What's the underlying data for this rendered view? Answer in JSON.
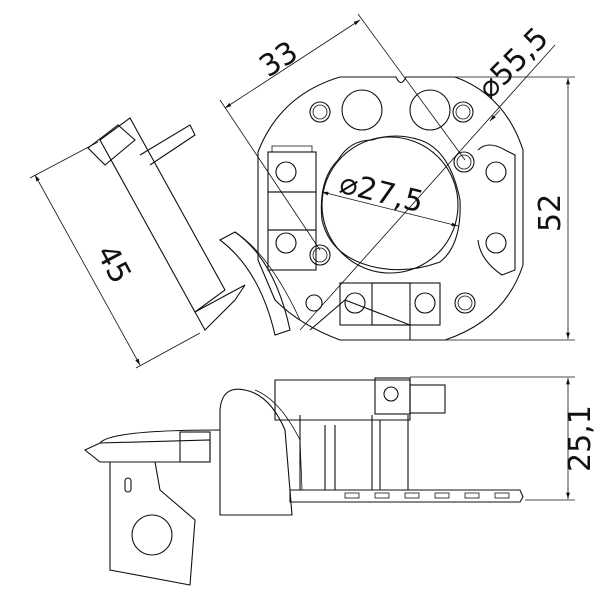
{
  "drawing": {
    "title": "Brush holder assembly",
    "dimensions": {
      "d33": "33",
      "d55": "⌀55,5",
      "d27": "⌀27,5",
      "d52": "52",
      "d45": "45",
      "d25": "25,1"
    },
    "line_color": "#111111",
    "background": "#ffffff"
  }
}
